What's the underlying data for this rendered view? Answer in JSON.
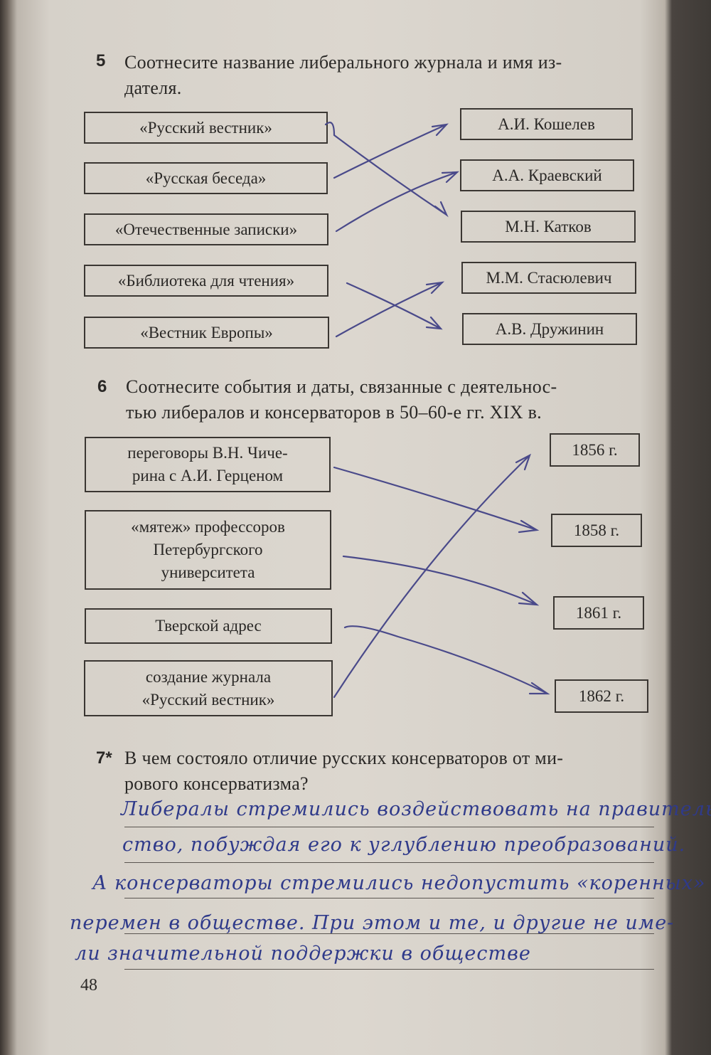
{
  "task5": {
    "number": "5",
    "prompt_line1": "Соотнесите название либерального журнала и имя из-",
    "prompt_line2": "дателя.",
    "journals": [
      "«Русский вестник»",
      "«Русская беседа»",
      "«Отечественные записки»",
      "«Библиотека для чтения»",
      "«Вестник Европы»"
    ],
    "publishers": [
      "А.И. Кошелев",
      "А.А. Краевский",
      "М.Н. Катков",
      "М.М. Стасюлевич",
      "А.В. Дружинин"
    ],
    "matches": [
      [
        0,
        2
      ],
      [
        1,
        0
      ],
      [
        2,
        1
      ],
      [
        3,
        4
      ],
      [
        4,
        3
      ]
    ]
  },
  "task6": {
    "number": "6",
    "prompt_line1": "Соотнесите события и даты, связанные с деятельнос-",
    "prompt_line2": "тью либералов и консерваторов в 50–60-е гг. XIX в.",
    "events": [
      [
        "переговоры В.Н. Чиче-",
        "рина с А.И. Герценом"
      ],
      [
        "«мятеж» профессоров",
        "Петербургского",
        "университета"
      ],
      [
        "Тверской адрес"
      ],
      [
        "создание журнала",
        "«Русский вестник»"
      ]
    ],
    "dates": [
      "1856 г.",
      "1858 г.",
      "1861 г.",
      "1862 г."
    ],
    "matches": [
      [
        0,
        1
      ],
      [
        1,
        2
      ],
      [
        2,
        3
      ],
      [
        3,
        0
      ]
    ]
  },
  "task7": {
    "number": "7*",
    "prompt_line1": "В чем состояло отличие русских консерваторов от ми-",
    "prompt_line2": "рового консерватизма?",
    "answer_lines": [
      "Либералы стремились воздействовать на правитель-",
      "ство, побуждая его к углублению преобразований.",
      "А консерваторы стремились недопустить «коренных»",
      "перемен в обществе. При этом и те, и другие не име-",
      "ли значительной поддержки в обществе"
    ]
  },
  "page_number": "48",
  "ink_color": "#2f3a8a"
}
